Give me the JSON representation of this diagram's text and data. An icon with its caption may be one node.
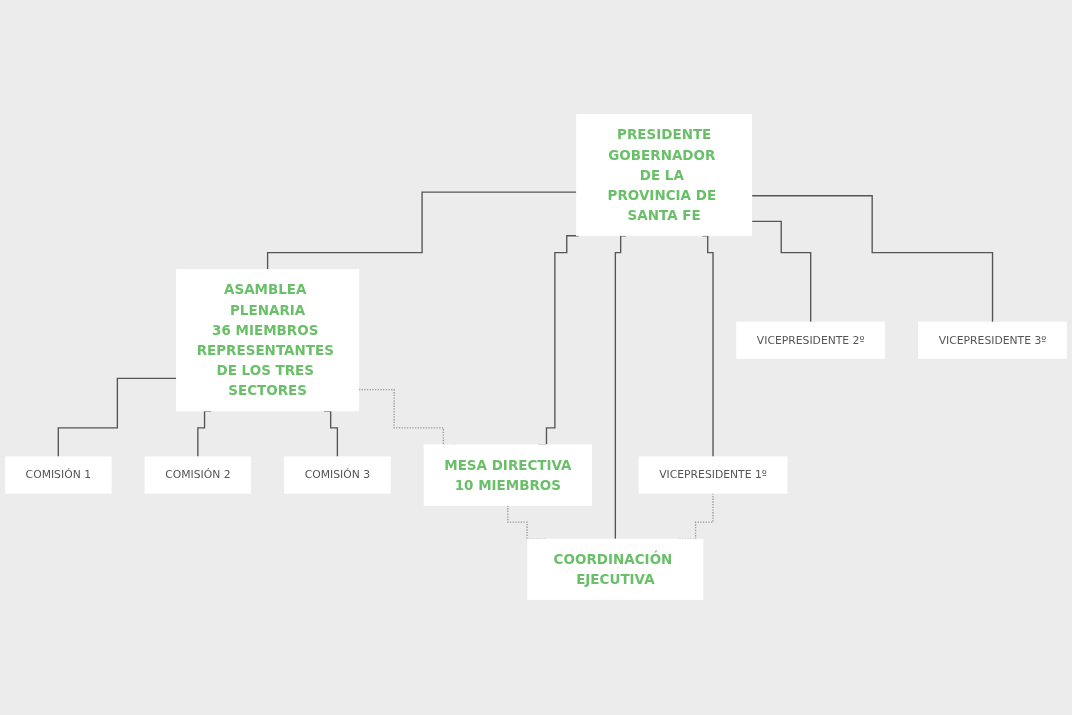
{
  "diagram": {
    "nodes": [
      {
        "text": [
          "PRESIDENTE",
          "GOBERNADOR DE LA PROVINCIA DE SANTA FE"
        ]
      },
      {
        "text": [
          "ASAMBLEA PLENARIA",
          "36 MIEMBROS REPRESENTANTES DE LOS TRES SECTORES"
        ]
      },
      {
        "text": [
          "VICEPRESIDENTE 1º"
        ]
      },
      {
        "text": [
          "VICEPRESIDENTE 2º"
        ]
      },
      {
        "text": [
          "VICEPRESIDENTE 3º"
        ]
      },
      {
        "text": [
          "COMISIÓN 1"
        ]
      },
      {
        "text": [
          "COMISIÓN 2"
        ]
      },
      {
        "text": [
          "COMISIÓN 3"
        ]
      },
      {
        "text": [
          "MESA DIRECTIVA",
          "10 MIEMBROS"
        ]
      },
      {
        "text": [
          "COORDINACIÓN EJECUTIVA"
        ]
      }
    ],
    "edges": [
      {
        "from": 0,
        "to": 1,
        "arrow": "none"
      },
      {
        "from": 0,
        "to": 8,
        "arrow": "none"
      },
      {
        "from": 0,
        "to": 9,
        "arrow": "none"
      },
      {
        "from": 0,
        "to": 2,
        "arrow": "none"
      },
      {
        "from": 0,
        "to": 3,
        "arrow": "none"
      },
      {
        "from": 0,
        "to": 4,
        "arrow": "none"
      },
      {
        "from": 1,
        "to": 5,
        "arrow": "none"
      },
      {
        "from": 1,
        "to": 6,
        "arrow": "none"
      },
      {
        "from": 1,
        "to": 7,
        "arrow": "none"
      },
      {
        "from": 1,
        "to": 8,
        "arrow": "none",
        "style": "dashed",
        "color": "#999999"
      },
      {
        "from": 2,
        "to": 9,
        "arrow": "none",
        "style": "dashed",
        "color": "#999999"
      },
      {
        "from": 8,
        "to": 9,
        "arrow": "none",
        "style": "dashed",
        "color": "#999999"
      }
    ]
  }
}
